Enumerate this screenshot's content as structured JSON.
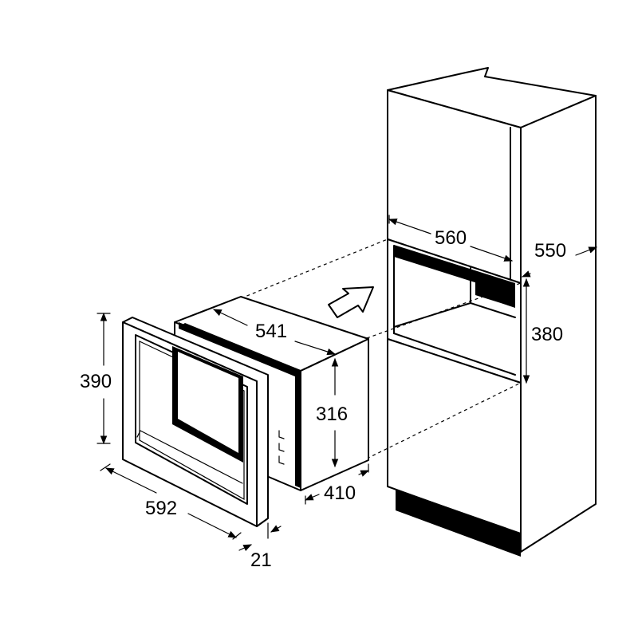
{
  "dimensions": {
    "niche_width": "560",
    "niche_depth": "550",
    "niche_height": "380",
    "frame_height": "390",
    "frame_width": "592",
    "frame_thickness": "21",
    "oven_width": "541",
    "oven_height": "316",
    "oven_depth": "410"
  },
  "colors": {
    "line": "#000000",
    "background": "#ffffff"
  }
}
